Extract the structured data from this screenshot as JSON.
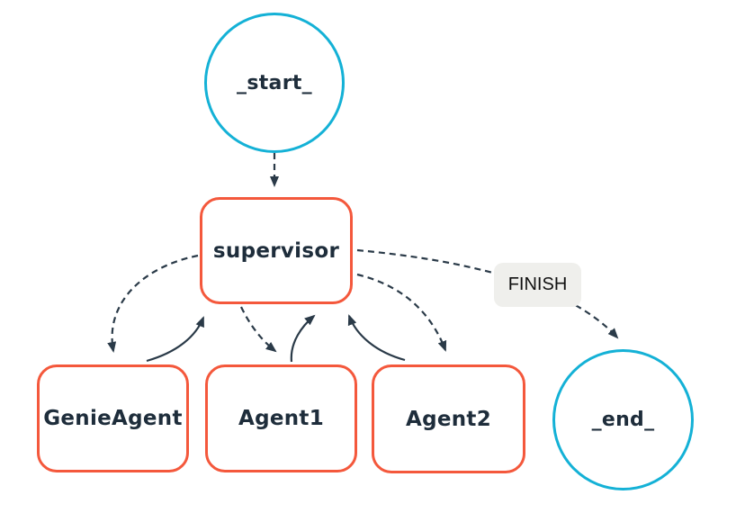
{
  "diagram": {
    "type": "agent-workflow-graph",
    "nodes": {
      "start": {
        "label": "_start_",
        "shape": "circle",
        "accent": "#14b1d6"
      },
      "supervisor": {
        "label": "supervisor",
        "shape": "rounded-box",
        "accent": "#f4583c"
      },
      "genie": {
        "label": "GenieAgent",
        "shape": "rounded-box",
        "accent": "#f4583c"
      },
      "agent1": {
        "label": "Agent1",
        "shape": "rounded-box",
        "accent": "#f4583c"
      },
      "agent2": {
        "label": "Agent2",
        "shape": "rounded-box",
        "accent": "#f4583c"
      },
      "end": {
        "label": "_end_",
        "shape": "circle",
        "accent": "#14b1d6"
      }
    },
    "edge_labels": {
      "finish": "FINISH"
    },
    "edges": [
      {
        "from": "_start_",
        "to": "supervisor",
        "style": "dashed"
      },
      {
        "from": "supervisor",
        "to": "GenieAgent",
        "style": "dashed"
      },
      {
        "from": "GenieAgent",
        "to": "supervisor",
        "style": "solid"
      },
      {
        "from": "supervisor",
        "to": "Agent1",
        "style": "dashed"
      },
      {
        "from": "Agent1",
        "to": "supervisor",
        "style": "solid"
      },
      {
        "from": "supervisor",
        "to": "Agent2",
        "style": "dashed"
      },
      {
        "from": "Agent2",
        "to": "supervisor",
        "style": "solid"
      },
      {
        "from": "supervisor",
        "to": "_end_",
        "style": "dashed",
        "label": "FINISH"
      }
    ],
    "colors": {
      "agent_node_border": "#f4583c",
      "terminal_node_border": "#14b1d6",
      "edge_stroke": "#2a3a48",
      "node_text": "#1e2d3b",
      "edge_label_bg": "#efefec",
      "edge_label_text": "#111111",
      "background": "#ffffff"
    }
  }
}
